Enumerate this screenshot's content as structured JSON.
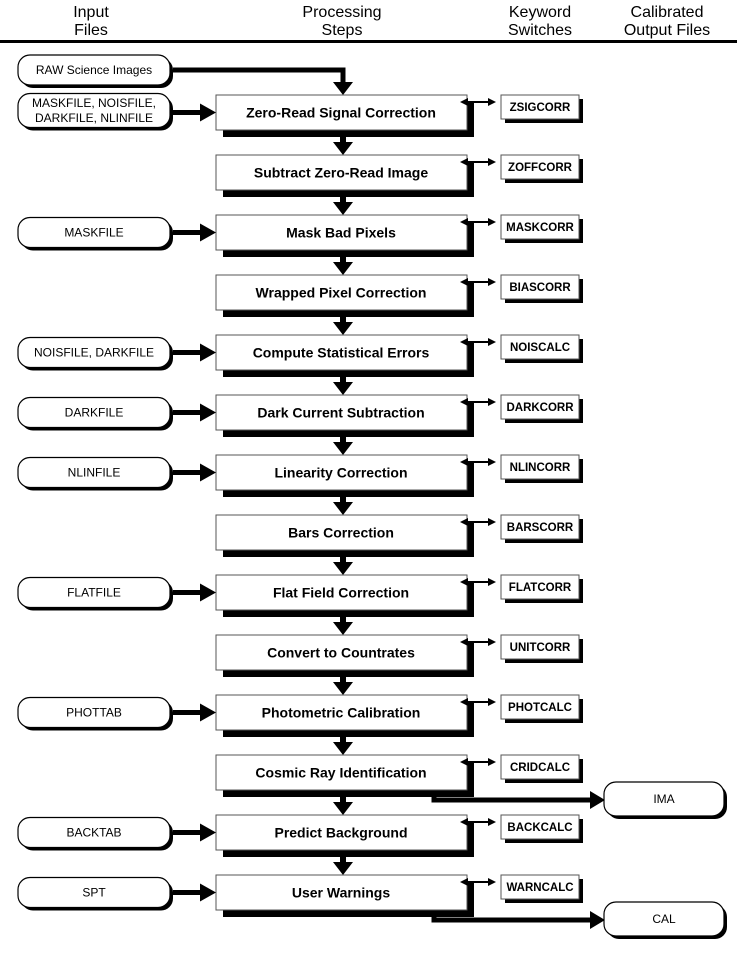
{
  "headers": {
    "input": [
      "Input",
      "Files"
    ],
    "processing": [
      "Processing",
      "Steps"
    ],
    "keyword": [
      "Keyword",
      "Switches"
    ],
    "output": [
      "Calibrated",
      "Output Files"
    ]
  },
  "raw_input": "RAW Science Images",
  "steps": [
    {
      "label": "Zero-Read Signal Correction",
      "keyword": "ZSIGCORR",
      "input": [
        "MASKFILE, NOISFILE,",
        "DARKFILE, NLINFILE"
      ]
    },
    {
      "label": "Subtract Zero-Read Image",
      "keyword": "ZOFFCORR"
    },
    {
      "label": "Mask Bad Pixels",
      "keyword": "MASKCORR",
      "input": [
        "MASKFILE"
      ]
    },
    {
      "label": "Wrapped Pixel Correction",
      "keyword": "BIASCORR"
    },
    {
      "label": "Compute Statistical Errors",
      "keyword": "NOISCALC",
      "input": [
        "NOISFILE, DARKFILE"
      ]
    },
    {
      "label": "Dark Current Subtraction",
      "keyword": "DARKCORR",
      "input": [
        "DARKFILE"
      ]
    },
    {
      "label": "Linearity Correction",
      "keyword": "NLINCORR",
      "input": [
        "NLINFILE"
      ]
    },
    {
      "label": "Bars Correction",
      "keyword": "BARSCORR"
    },
    {
      "label": "Flat Field Correction",
      "keyword": "FLATCORR",
      "input": [
        "FLATFILE"
      ]
    },
    {
      "label": "Convert to Countrates",
      "keyword": "UNITCORR"
    },
    {
      "label": "Photometric Calibration",
      "keyword": "PHOTCALC",
      "input": [
        "PHOTTAB"
      ]
    },
    {
      "label": "Cosmic Ray Identification",
      "keyword": "CRIDCALC",
      "output": "IMA"
    },
    {
      "label": "Predict Background",
      "keyword": "BACKCALC",
      "input": [
        "BACKTAB"
      ]
    },
    {
      "label": "User Warnings",
      "keyword": "WARNCALC",
      "input": [
        "SPT"
      ],
      "output": "CAL"
    }
  ]
}
